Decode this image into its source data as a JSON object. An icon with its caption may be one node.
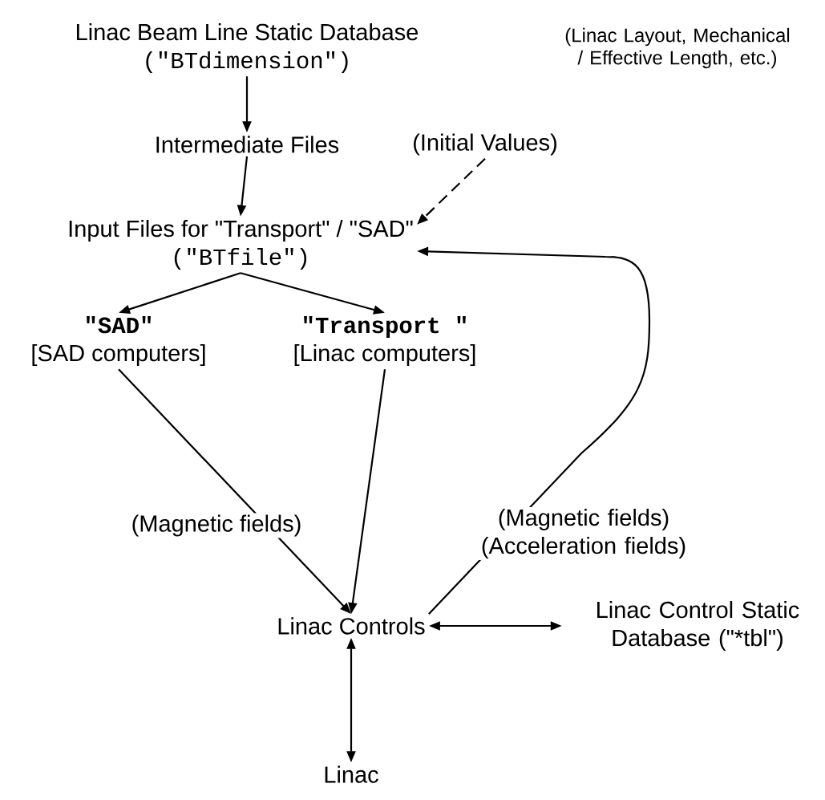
{
  "diagram": {
    "nodes": [
      {
        "text": [
          "Linac Beam Line Static Database",
          "(\"BTdimension\")"
        ]
      },
      {
        "text": [
          "Intermediate Files"
        ]
      },
      {
        "text": [
          "(Initial Values)"
        ]
      },
      {
        "text": [
          "Input Files for \"Transport\" / \"SAD\"",
          "(\"BTfile\")"
        ]
      },
      {
        "text": [
          "\"SAD\"",
          "[SAD computers]"
        ]
      },
      {
        "text": [
          "\"Transport \"",
          "[Linac computers]"
        ]
      },
      {
        "text": [
          "Linac Controls"
        ]
      },
      {
        "text": [
          "Linac Control Static Database (\"*tbl\")"
        ]
      },
      {
        "text": [
          "Linac"
        ]
      }
    ],
    "edges": [
      {
        "from": 0,
        "to": 1,
        "arrow": "to"
      },
      {
        "from": 1,
        "to": 3,
        "arrow": "to"
      },
      {
        "from": 2,
        "to": 3,
        "arrow": "to",
        "style": "dashed"
      },
      {
        "from": 3,
        "to": 4,
        "arrow": "to"
      },
      {
        "from": 3,
        "to": 5,
        "arrow": "to"
      },
      {
        "from": 4,
        "to": 6,
        "arrow": "to",
        "label": "(Magnetic fields)"
      },
      {
        "from": 5,
        "to": 6,
        "arrow": "to"
      },
      {
        "from": 6,
        "to": 3,
        "arrow": "to",
        "label": "(Magnetic fields) (Acceleration fields)"
      },
      {
        "from": 6,
        "to": 7,
        "arrow": "both"
      },
      {
        "from": 6,
        "to": 8,
        "arrow": "both"
      }
    ],
    "labels": [
      "(Linac Layout, Mechanical / Effective Length, etc.)"
    ]
  }
}
